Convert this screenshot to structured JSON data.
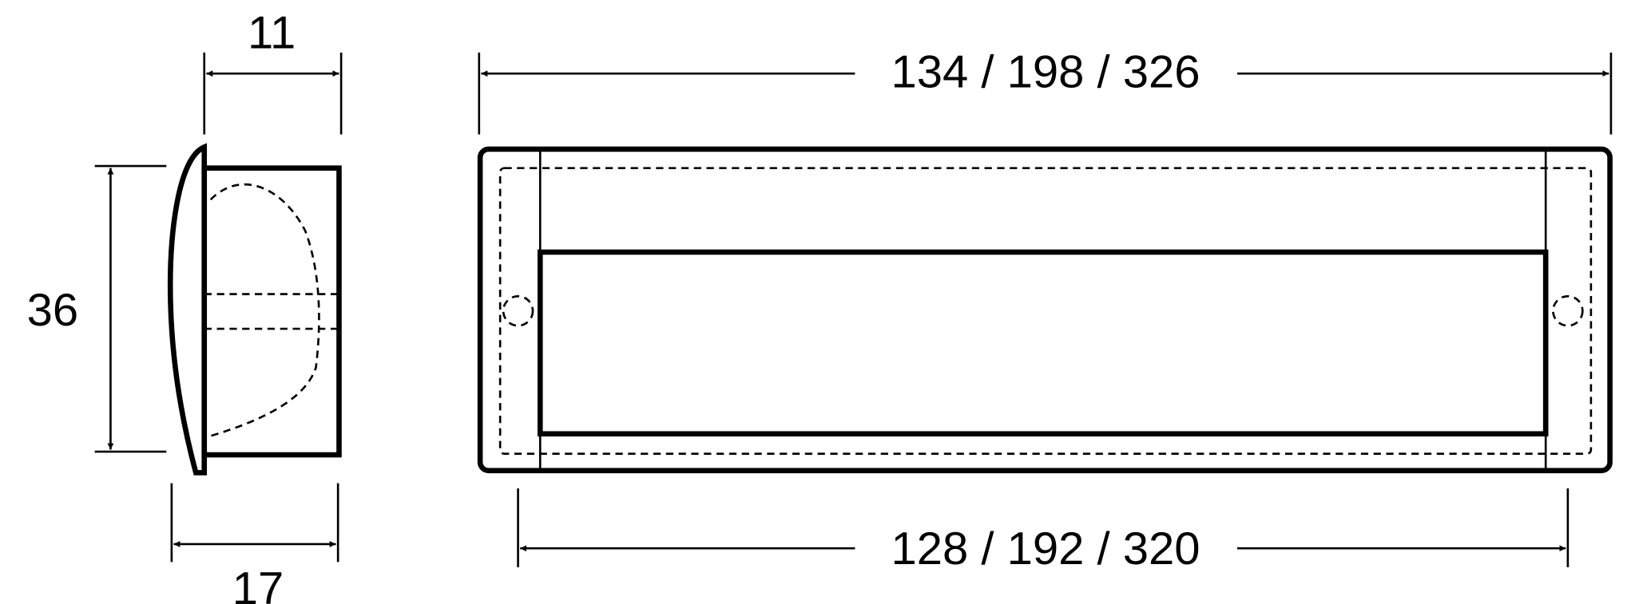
{
  "side_view": {
    "depth_label": "11",
    "height_label": "36",
    "total_depth_label": "17"
  },
  "front_view": {
    "overall_width_label": "134 / 198 / 326",
    "hole_spacing_label": "128 / 192 / 320"
  },
  "colors": {
    "line": "#000000",
    "background": "#ffffff"
  }
}
